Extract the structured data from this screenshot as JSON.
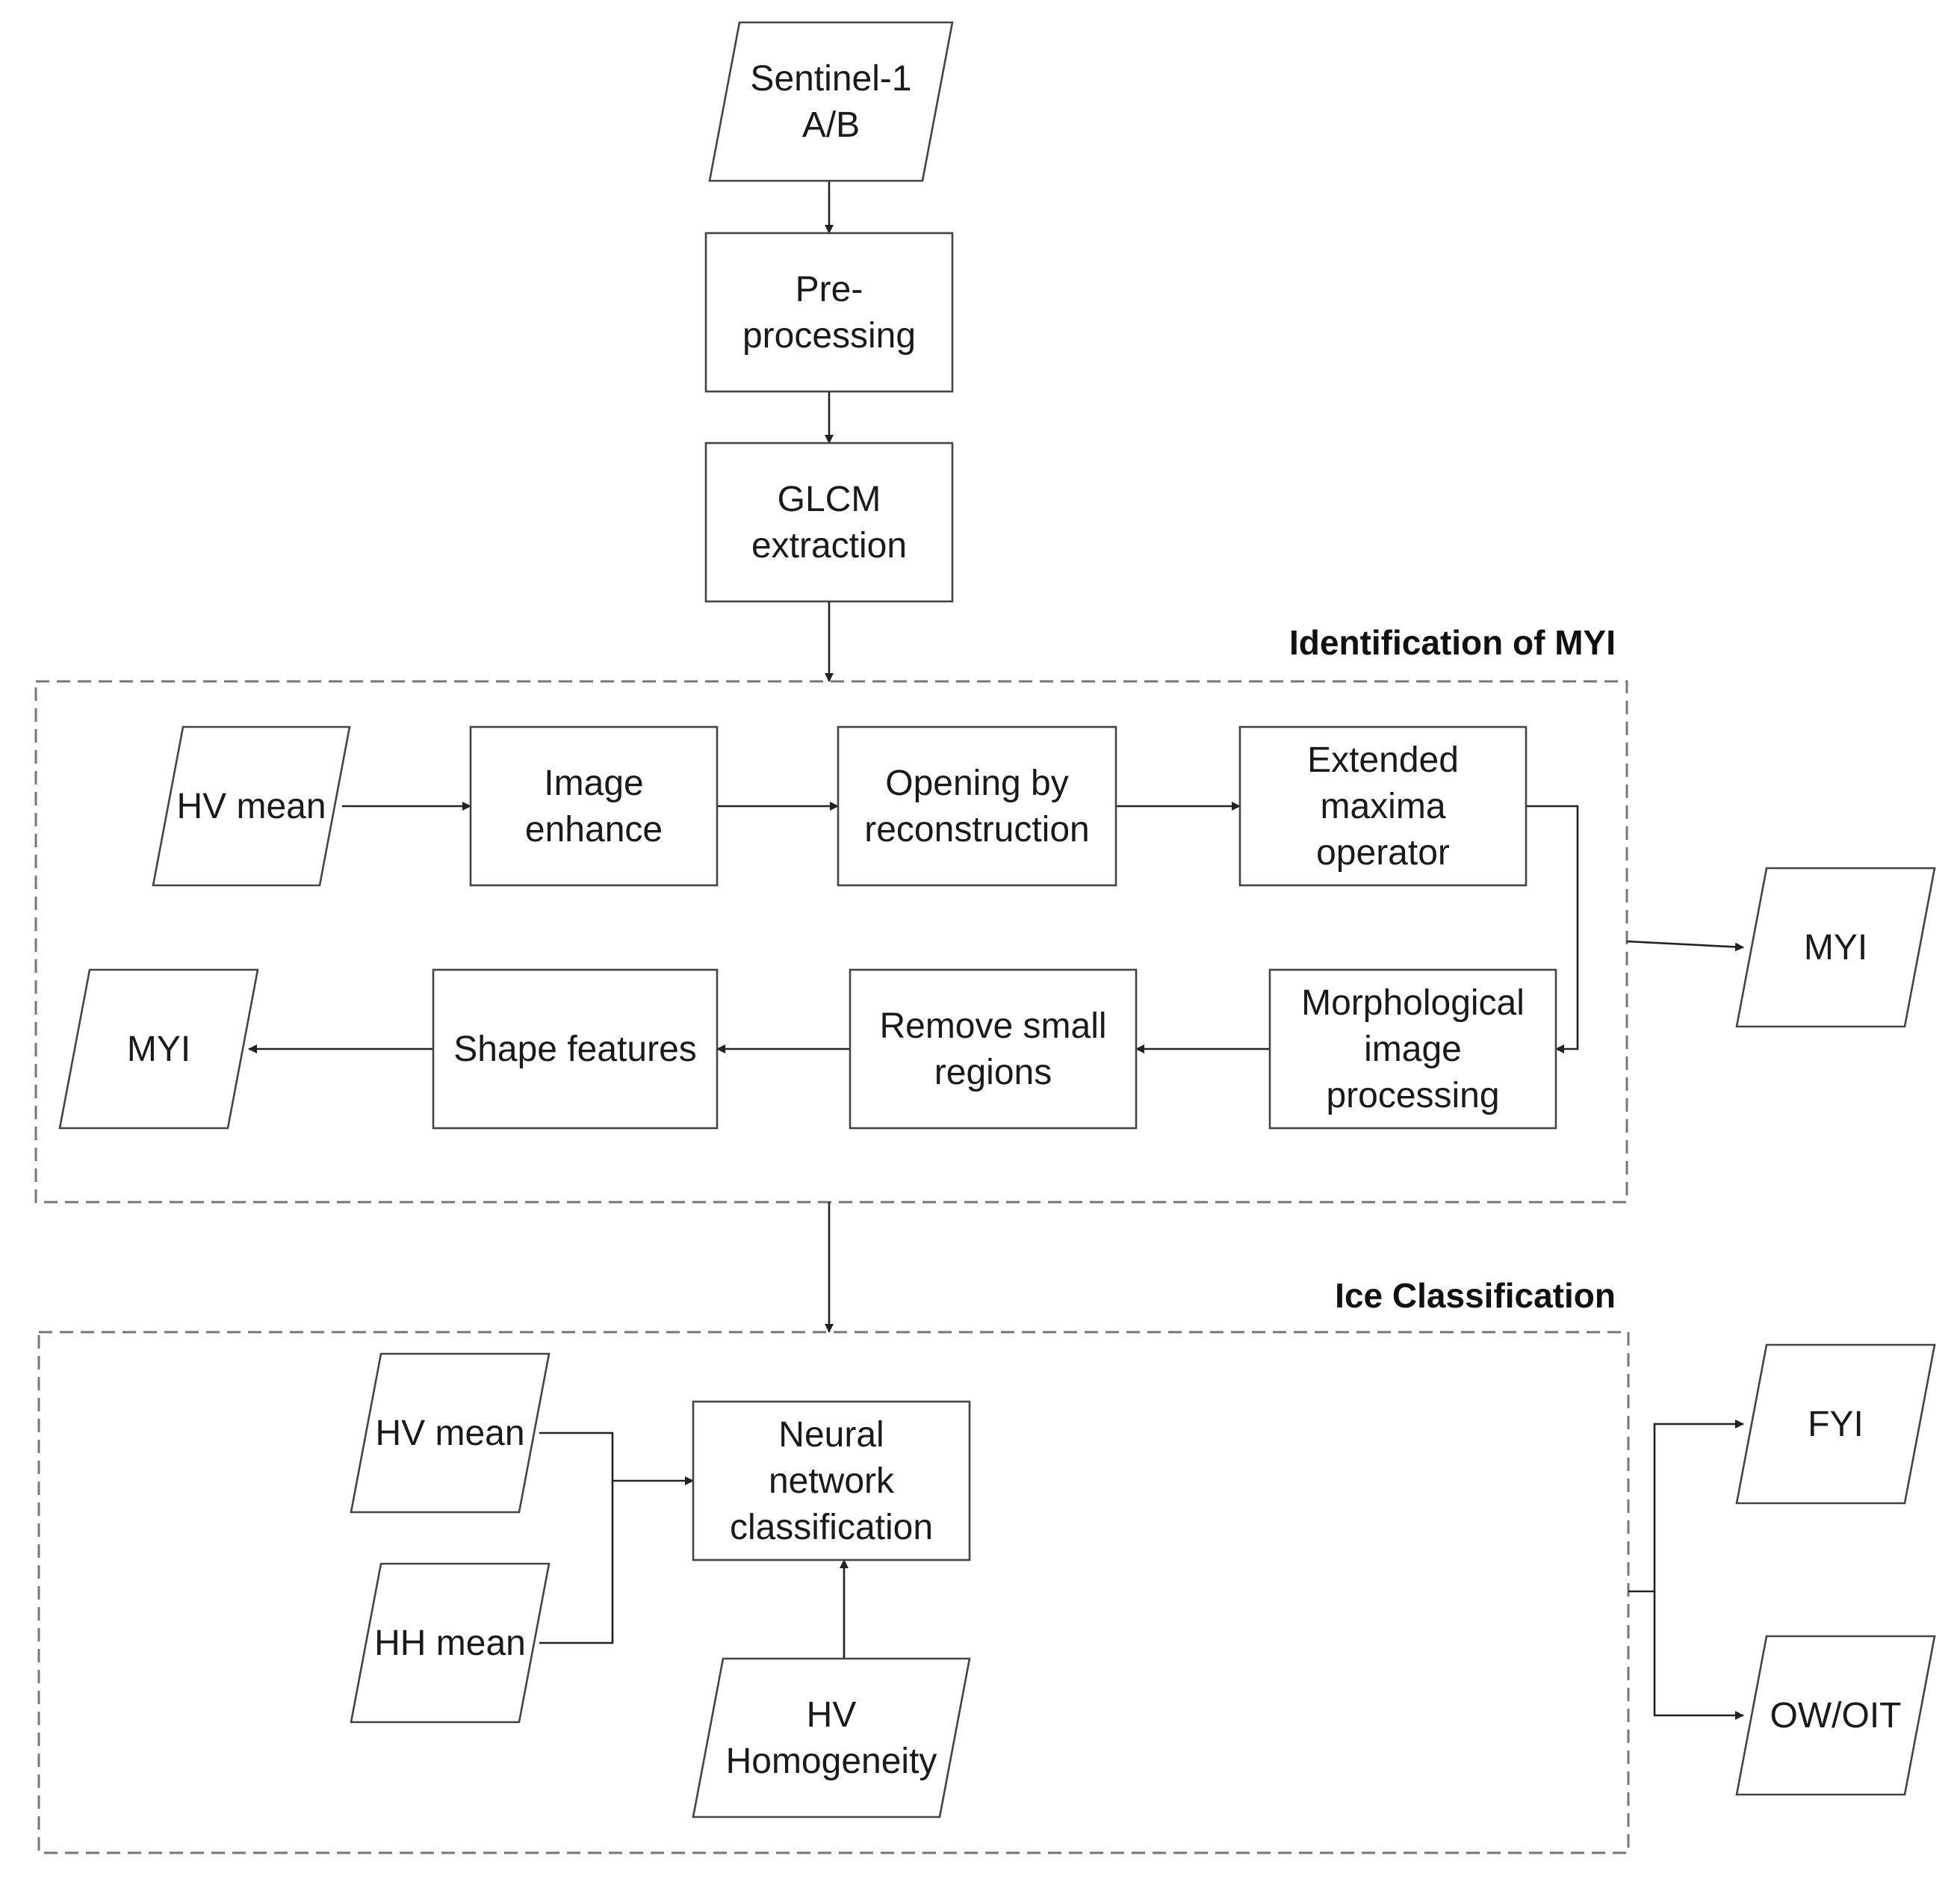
{
  "diagram": {
    "groups": {
      "identification": {
        "title": "Identification of MYI"
      },
      "classification": {
        "title": "Ice Classification"
      }
    },
    "nodes": {
      "sentinel": {
        "lines": [
          "Sentinel-1",
          "A/B"
        ],
        "shape": "parallelogram"
      },
      "preprocessing": {
        "lines": [
          "Pre-",
          "processing"
        ],
        "shape": "rectangle"
      },
      "glcm": {
        "lines": [
          "GLCM",
          "extraction"
        ],
        "shape": "rectangle"
      },
      "hv_mean_1": {
        "lines": [
          "HV mean"
        ],
        "shape": "parallelogram"
      },
      "image_enhance": {
        "lines": [
          "Image",
          "enhance"
        ],
        "shape": "rectangle"
      },
      "opening": {
        "lines": [
          "Opening by",
          "reconstruction"
        ],
        "shape": "rectangle"
      },
      "extended_maxima": {
        "lines": [
          "Extended",
          "maxima",
          "operator"
        ],
        "shape": "rectangle"
      },
      "morphological": {
        "lines": [
          "Morphological",
          "image",
          "processing"
        ],
        "shape": "rectangle"
      },
      "remove_small": {
        "lines": [
          "Remove small",
          "regions"
        ],
        "shape": "rectangle"
      },
      "shape_features": {
        "lines": [
          "Shape features"
        ],
        "shape": "rectangle"
      },
      "myi_inner": {
        "lines": [
          "MYI"
        ],
        "shape": "parallelogram"
      },
      "myi_output": {
        "lines": [
          "MYI"
        ],
        "shape": "parallelogram"
      },
      "hv_mean_2": {
        "lines": [
          "HV mean"
        ],
        "shape": "parallelogram"
      },
      "hh_mean": {
        "lines": [
          "HH mean"
        ],
        "shape": "parallelogram"
      },
      "neural_net": {
        "lines": [
          "Neural",
          "network",
          "classification"
        ],
        "shape": "rectangle"
      },
      "hv_homogeneity": {
        "lines": [
          "HV",
          "Homogeneity"
        ],
        "shape": "parallelogram"
      },
      "fyi": {
        "lines": [
          "FYI"
        ],
        "shape": "parallelogram"
      },
      "ow_oit": {
        "lines": [
          "OW/OIT"
        ],
        "shape": "parallelogram"
      }
    },
    "edges": [
      {
        "from": "sentinel",
        "to": "preprocessing"
      },
      {
        "from": "preprocessing",
        "to": "glcm"
      },
      {
        "from": "glcm",
        "to": "identification"
      },
      {
        "from": "hv_mean_1",
        "to": "image_enhance"
      },
      {
        "from": "image_enhance",
        "to": "opening"
      },
      {
        "from": "opening",
        "to": "extended_maxima"
      },
      {
        "from": "extended_maxima",
        "to": "morphological"
      },
      {
        "from": "morphological",
        "to": "remove_small"
      },
      {
        "from": "remove_small",
        "to": "shape_features"
      },
      {
        "from": "shape_features",
        "to": "myi_inner"
      },
      {
        "from": "identification",
        "to": "myi_output"
      },
      {
        "from": "identification",
        "to": "classification"
      },
      {
        "from": "hv_mean_2",
        "to": "neural_net"
      },
      {
        "from": "hh_mean",
        "to": "neural_net"
      },
      {
        "from": "hv_homogeneity",
        "to": "neural_net"
      },
      {
        "from": "classification",
        "to": "fyi"
      },
      {
        "from": "classification",
        "to": "ow_oit"
      }
    ]
  }
}
